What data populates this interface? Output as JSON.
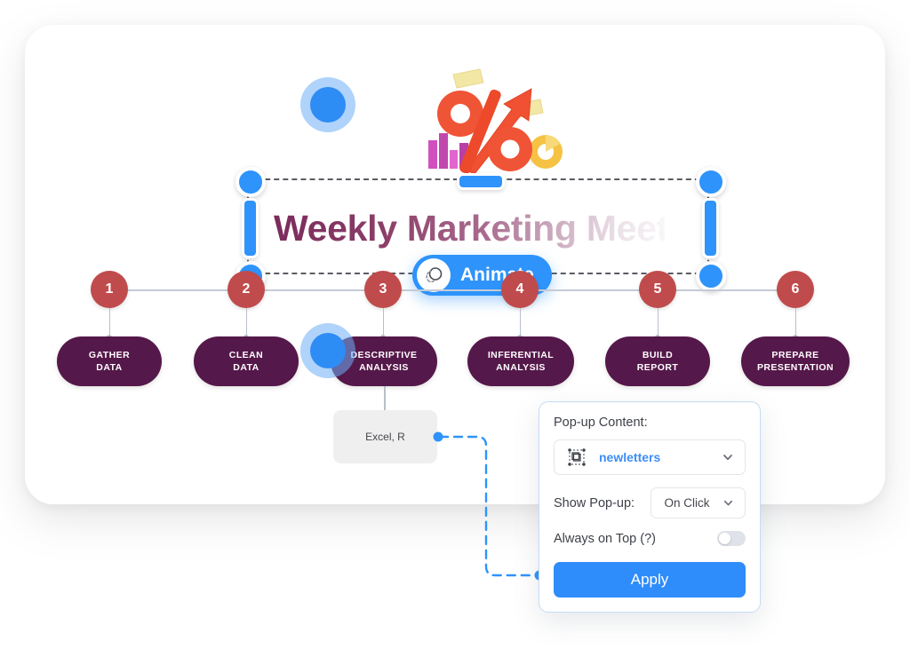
{
  "slide": {
    "title": "Weekly Marketing Meeting",
    "title_visible": "Weekly Marketing Meeti"
  },
  "animate_button": {
    "label": "Animate",
    "icon": "animation-magic-icon",
    "color": "#2e93fb"
  },
  "selection": {
    "handles": [
      "top-left",
      "top-center",
      "top-right",
      "middle-left",
      "middle-right",
      "bottom-left",
      "bottom-center",
      "bottom-right"
    ],
    "handle_color": "#2e93fb"
  },
  "flow": {
    "step_circle_color": "#c04b4c",
    "step_pill_color": "#55184a",
    "steps": [
      {
        "number": "1",
        "label_line1": "GATHER",
        "label_line2": "DATA"
      },
      {
        "number": "2",
        "label_line1": "CLEAN",
        "label_line2": "DATA"
      },
      {
        "number": "3",
        "label_line1": "DESCRIPTIVE",
        "label_line2": "ANALYSIS"
      },
      {
        "number": "4",
        "label_line1": "INFERENTIAL",
        "label_line2": "ANALYSIS"
      },
      {
        "number": "5",
        "label_line1": "BUILD",
        "label_line2": "REPORT"
      },
      {
        "number": "6",
        "label_line1": "PREPARE",
        "label_line2": "PRESENTATION"
      }
    ]
  },
  "note_box": {
    "text": "Excel, R"
  },
  "popup_panel": {
    "heading": "Pop-up Content:",
    "content_select": {
      "value": "newletters",
      "icon": "selected-object-group-icon",
      "chevron": "chevron-down-icon"
    },
    "show_popup": {
      "label": "Show Pop-up:",
      "value": "On Click",
      "chevron": "chevron-down-icon"
    },
    "always_on_top": {
      "label": "Always on Top (?)",
      "state": "off"
    },
    "apply": {
      "label": "Apply",
      "color": "#2e8cfb"
    },
    "border_color": "#c5dcf3"
  },
  "hero_graphic": {
    "name": "percent-growth-chart-illustration"
  }
}
